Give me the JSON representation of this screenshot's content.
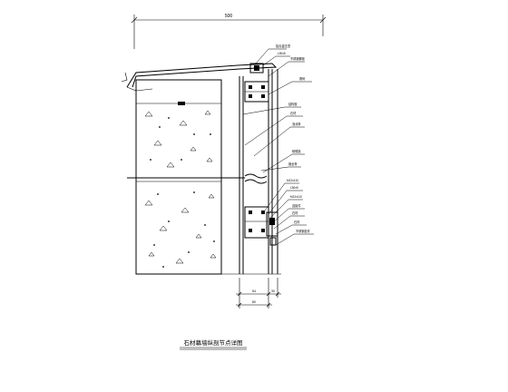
{
  "drawing": {
    "caption": "石材幕墙纵剖节点详图",
    "top_dimension": "500",
    "bottom_dimensions": [
      "54",
      "30",
      "80"
    ],
    "leader_labels": [
      "铝合金压顶",
      "L50x5",
      "不锈钢螺栓",
      "角码",
      "结构胶",
      "石材",
      "泡沫条",
      "耐候胶",
      "钢龙骨",
      "M12x110",
      "L50x5",
      "M12x110",
      "连接件",
      "石材",
      "石材",
      "不锈钢挂件"
    ]
  }
}
